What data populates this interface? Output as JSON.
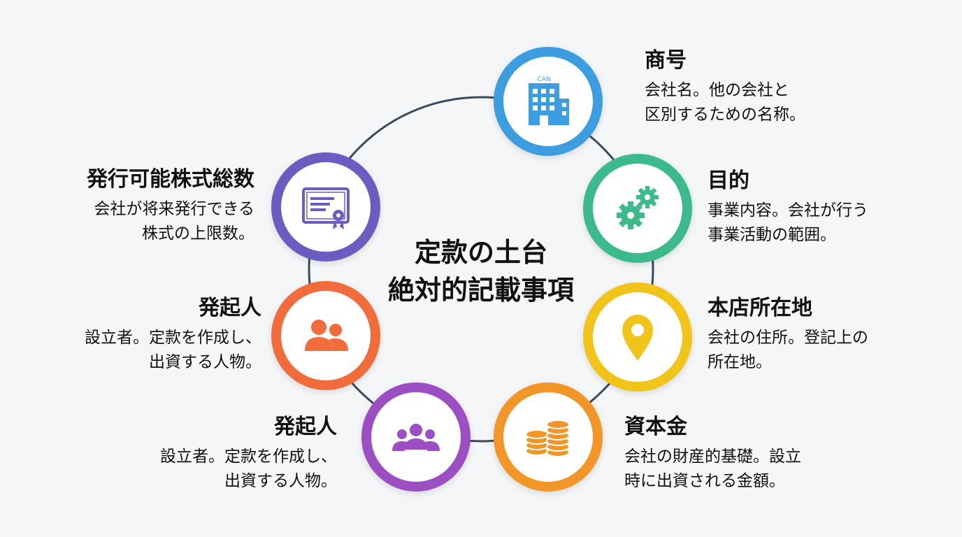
{
  "center": {
    "line1": "定款の土台",
    "line2": "絶対的記載事項"
  },
  "colors": {
    "ring": "#3a4a5e",
    "blue": "#3c9ee0",
    "green": "#3dba8c",
    "yellow": "#f0c419",
    "orange": "#f29627",
    "purple": "#9b4fc3",
    "red_orange": "#f26b3a",
    "indigo": "#6a5cc0"
  },
  "items": [
    {
      "key": "trade-name",
      "icon": "building-icon",
      "icon_text": "CAN",
      "title": "商号",
      "desc1": "会社名。他の会社と",
      "desc2": "区別するための名称。"
    },
    {
      "key": "purpose",
      "icon": "gears-icon",
      "title": "目的",
      "desc1": "事業内容。会社が行う",
      "desc2": "事業活動の範囲。"
    },
    {
      "key": "head-office",
      "icon": "location-pin-icon",
      "title": "本店所在地",
      "desc1": "会社の住所。登記上の",
      "desc2": "所在地。"
    },
    {
      "key": "capital",
      "icon": "coins-icon",
      "title": "資本金",
      "desc1": "会社の財産的基礎。設立",
      "desc2": "時に出資される金額。"
    },
    {
      "key": "promoter-group",
      "icon": "group-icon",
      "title": "発起人",
      "desc1": "設立者。定款を作成し、",
      "desc2": "出資する人物。"
    },
    {
      "key": "promoter",
      "icon": "people-icon",
      "title": "発起人",
      "desc1": "設立者。定款を作成し、",
      "desc2": "出資する人物。"
    },
    {
      "key": "authorized-shares",
      "icon": "certificate-icon",
      "title": "発行可能株式総数",
      "desc1": "会社が将来発行できる",
      "desc2": "株式の上限数。"
    }
  ]
}
